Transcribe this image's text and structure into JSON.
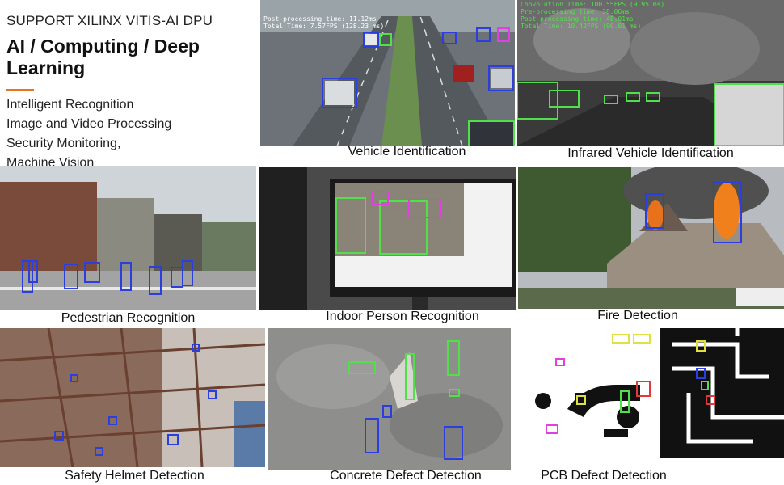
{
  "intro": {
    "subtitle": "SUPPORT XILINX VITIS-AI DPU",
    "title": "AI / Computing / Deep Learning",
    "features": [
      "Intelligent Recognition",
      "Image and Video Processing",
      "Security Monitoring,",
      "Machine Vision"
    ]
  },
  "tiles": {
    "vehicle": {
      "caption": "Vehicle Identification",
      "hud": [
        "Post-processing time: 11.12ms",
        "Total Time: 7.57FPS (128.23 ms)"
      ]
    },
    "infrared": {
      "caption": "Infrared Vehicle Identification",
      "hud": [
        "Convolution Time: 100.55FPS (9.95 ms)",
        "Pre-processing time: 38.06ms",
        "Post-processing time: 48.01ms",
        "Total Time: 10.42FPS (96.01 ms)"
      ]
    },
    "pedestrian": {
      "caption": "Pedestrian Recognition"
    },
    "indoor": {
      "caption": "Indoor Person Recognition"
    },
    "fire": {
      "caption": "Fire Detection"
    },
    "helmet": {
      "caption": "Safety Helmet Detection"
    },
    "concrete": {
      "caption": "Concrete Defect Detection"
    },
    "pcb": {
      "caption": "PCB Defect Detection"
    }
  },
  "colors": {
    "accent_rule": "#e8731f",
    "box_blue": "#2b3fe0",
    "box_green": "#52e04a",
    "box_magenta": "#e040e0",
    "box_red": "#e03a3a"
  }
}
